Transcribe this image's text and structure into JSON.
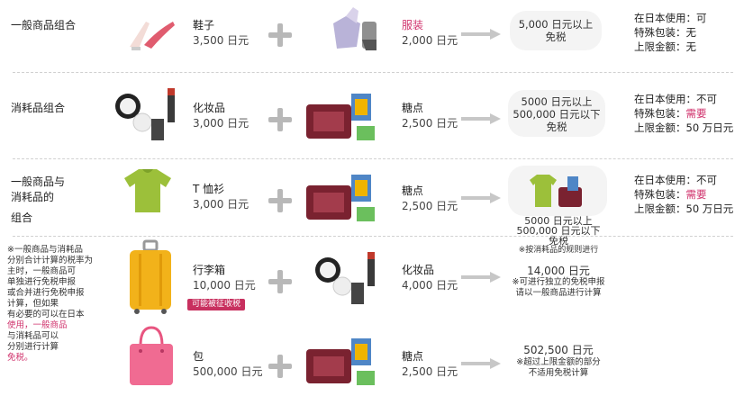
{
  "rows": [
    {
      "label_lines": [
        "一般商品组合"
      ],
      "item1_name": "鞋子",
      "item1_price": "3,500 日元",
      "item2_name": "服装",
      "item2_price": "2,000 日元",
      "result_lines": [
        "5,000 日元以上",
        "免税"
      ],
      "info": [
        [
          "在日本使用",
          "可"
        ],
        [
          "特殊包装",
          "无"
        ],
        [
          "上限金额",
          "无"
        ]
      ]
    },
    {
      "label_lines": [
        "消耗品组合"
      ],
      "item1_name": "化妆品",
      "item1_price": "3,000 日元",
      "item2_name": "糖点",
      "item2_price": "2,500 日元",
      "result_lines": [
        "5000 日元以上",
        "500,000 日元以下",
        "免税"
      ],
      "info": [
        [
          "在日本使用",
          "不可"
        ],
        [
          "特殊包装",
          "需要"
        ],
        [
          "上限金额",
          "50 万日元"
        ]
      ]
    },
    {
      "label_lines": [
        "一般商品与",
        "消耗品的",
        "组合"
      ],
      "item1_name": "T 恤衫",
      "item1_price": "3,000 日元",
      "item2_name": "糖点",
      "item2_price": "2,500 日元",
      "result_lines": [
        "5000 日元以上",
        "500,000 日元以下",
        "免税",
        "※按消耗品的规则进行"
      ],
      "info": [
        [
          "在日本使用",
          "不可"
        ],
        [
          "特殊包装",
          "需要"
        ],
        [
          "上限金额",
          "50 万日元"
        ]
      ]
    },
    {
      "item1_name": "行李箱",
      "item1_price": "10,000 日元",
      "item1_tag": "可能被征收税",
      "item2_name": "化妆品",
      "item2_price": "4,000 日元",
      "result_lines": [
        "14,000 日元",
        "※可进行独立的免税申报",
        "请以一般商品进行计算"
      ]
    },
    {
      "item1_name": "包",
      "item1_price": "500,000 日元",
      "item2_name": "糖点",
      "item2_price": "2,500 日元",
      "result_lines": [
        "502,500 日元",
        "※超过上限金额的部分",
        "不适用免税计算"
      ]
    }
  ],
  "note_lines": [
    "※一般商品与消耗品",
    "分别合计计算的税率为",
    "主时，一般商品可",
    "单独进行免税申报",
    "或合并进行免税申报",
    "计算，但如果",
    "有必要的可以在日本",
    "使用，一般商品",
    "与消耗品可以",
    "分别进行计算",
    "免税。"
  ]
}
